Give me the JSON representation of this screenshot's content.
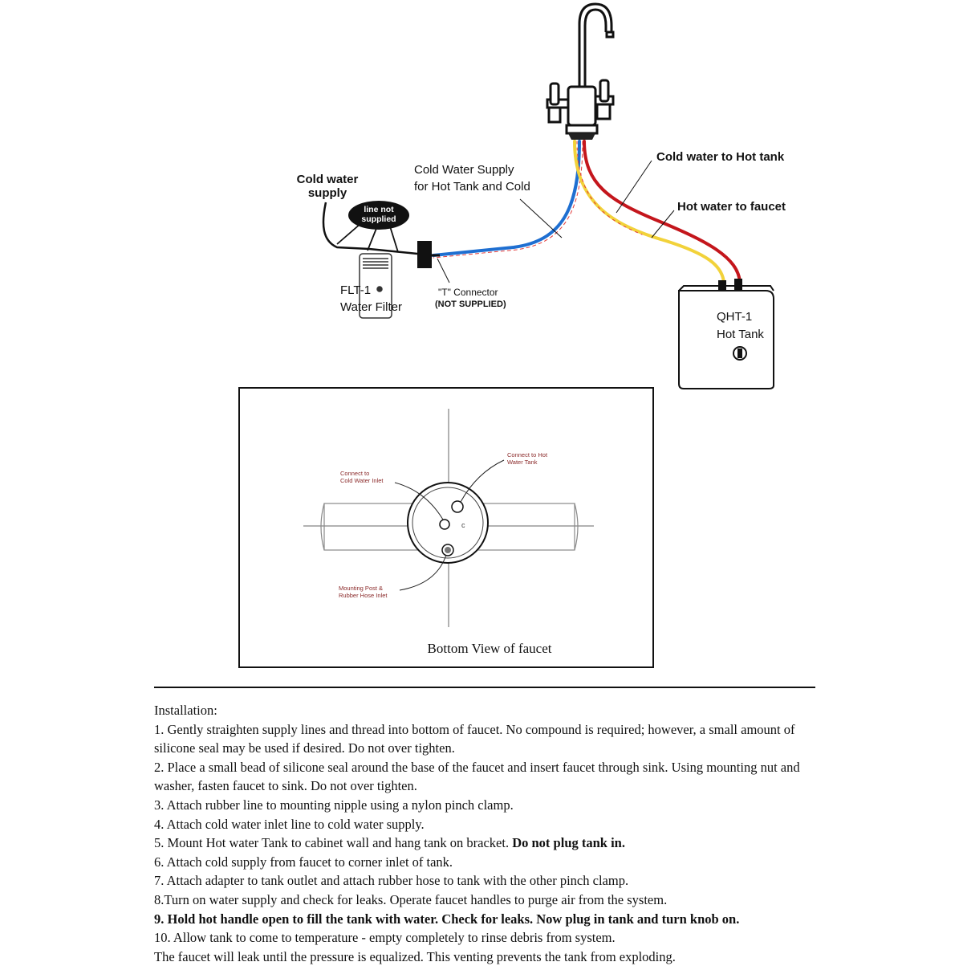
{
  "diagram": {
    "labels": {
      "cold_water_supply_1": "Cold water",
      "cold_water_supply_2": "supply",
      "line_not_supplied_1": "line not",
      "line_not_supplied_2": "supplied",
      "filter_1": "FLT-1",
      "filter_2": "Water Filter",
      "supply_hot_cold_1": "Cold Water Supply",
      "supply_hot_cold_2": "for Hot Tank and Cold",
      "t_connector_1": "\"T\" Connector",
      "t_connector_2": "(NOT SUPPLIED)",
      "cold_to_hot_tank": "Cold water to Hot tank",
      "hot_to_faucet": "Hot water to faucet",
      "tank_1": "QHT-1",
      "tank_2": "Hot Tank"
    },
    "colors": {
      "cold_line": "#1f6fd1",
      "hot_line": "#c4161c",
      "yellow_line": "#f2d23a",
      "ink": "#111111"
    }
  },
  "bottom_view": {
    "caption": "Bottom View of faucet",
    "label_cold_1": "Connect to",
    "label_cold_2": "Cold Water Inlet",
    "label_hot_1": "Connect to Hot",
    "label_hot_2": "Water Tank",
    "label_mount_1": "Mounting Post &",
    "label_mount_2": "Rubber Hose Inlet",
    "center_mark": "c",
    "annotation_color": "#8b2a2a"
  },
  "installation": {
    "heading": "Installation:",
    "steps": [
      "1. Gently straighten supply lines and thread into bottom of faucet. No compound is required; however, a small amount of silicone seal may be used if desired. Do not over tighten.",
      "2. Place a small bead of silicone seal around the base of the faucet and insert faucet through sink. Using mounting nut and washer, fasten faucet to sink. Do not over tighten.",
      "3. Attach rubber line to mounting nipple using a nylon pinch clamp.",
      "4. Attach cold water inlet line to cold water supply.",
      "5. Mount Hot water Tank to cabinet wall and hang tank on bracket. ",
      "6. Attach cold supply from faucet to corner inlet of tank.",
      "7. Attach adapter to tank outlet and attach rubber hose to tank with the other pinch clamp.",
      "8.Turn on water supply and check for leaks. Operate faucet handles to purge air from the system.",
      "10. Allow tank to come to temperature - empty completely to rinse debris from system.",
      "The faucet will leak until the pressure is equalized. This venting prevents the tank from exploding."
    ],
    "step5_bold": "Do not plug tank in.",
    "step9": "9. Hold hot handle open to fill the tank with water. Check for leaks. Now plug in tank and turn knob on."
  }
}
